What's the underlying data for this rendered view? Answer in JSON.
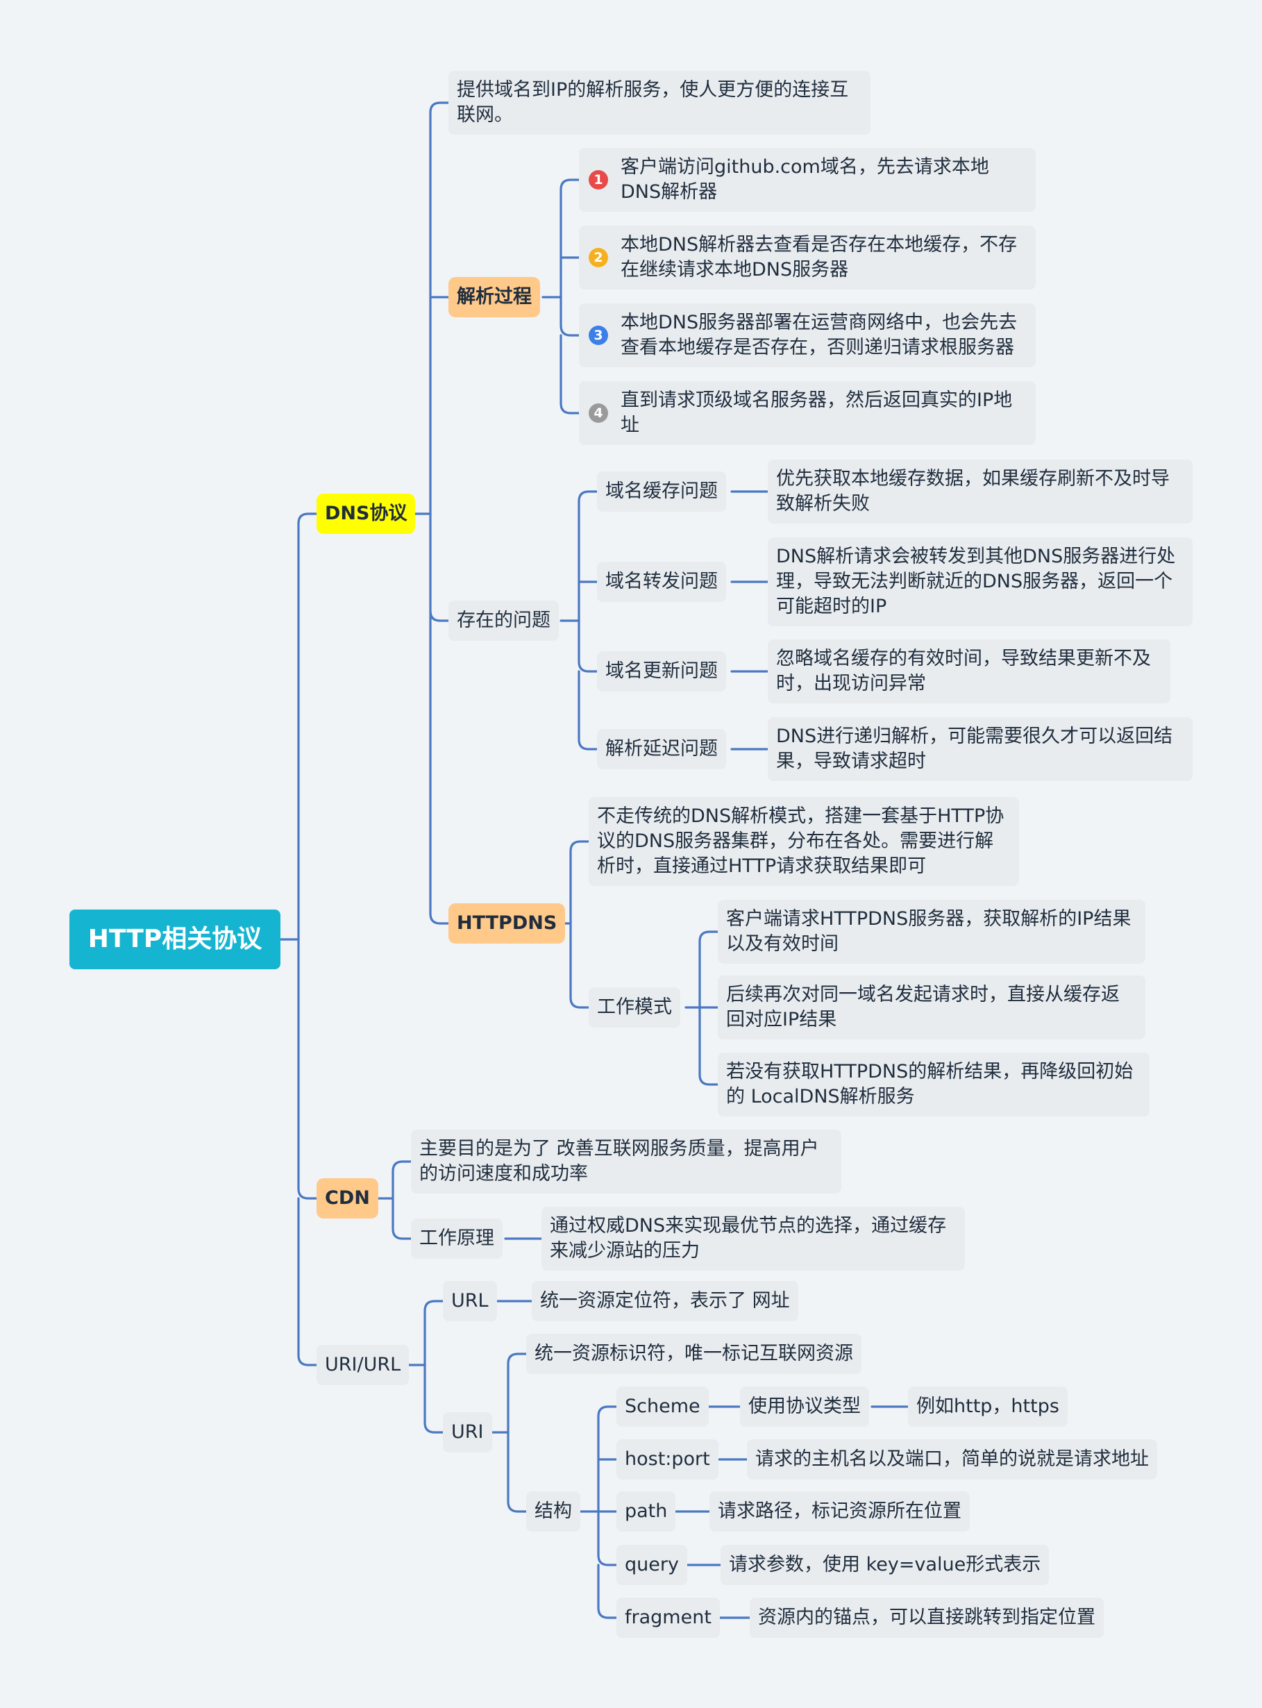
{
  "root": "HTTP相关协议",
  "dns": {
    "label": "DNS协议",
    "desc": "提供域名到IP的解析服务，使人更方便的连接互联网。",
    "process": {
      "label": "解析过程",
      "steps": [
        {
          "badge": "1",
          "text": "客户端访问github.com域名，先去请求本地DNS解析器"
        },
        {
          "badge": "2",
          "text": "本地DNS解析器去查看是否存在本地缓存，不存在继续请求本地DNS服务器"
        },
        {
          "badge": "3",
          "text": "本地DNS服务器部署在运营商网络中，也会先去查看本地缓存是否存在，否则递归请求根服务器"
        },
        {
          "badge": "4",
          "text": "直到请求顶级域名服务器，然后返回真实的IP地址"
        }
      ]
    },
    "problems": {
      "label": "存在的问题",
      "items": [
        {
          "label": "域名缓存问题",
          "desc": "优先获取本地缓存数据，如果缓存刷新不及时导致解析失败"
        },
        {
          "label": "域名转发问题",
          "desc": "DNS解析请求会被转发到其他DNS服务器进行处理，导致无法判断就近的DNS服务器，返回一个可能超时的IP"
        },
        {
          "label": "域名更新问题",
          "desc": "忽略域名缓存的有效时间，导致结果更新不及时，出现访问异常"
        },
        {
          "label": "解析延迟问题",
          "desc": "DNS进行递归解析，可能需要很久才可以返回结果，导致请求超时"
        }
      ]
    },
    "httpdns": {
      "label": "HTTPDNS",
      "desc": "不走传统的DNS解析模式，搭建一套基于HTTP协议的DNS服务器集群，分布在各处。需要进行解析时，直接通过HTTP请求获取结果即可",
      "mode": {
        "label": "工作模式",
        "items": [
          "客户端请求HTTPDNS服务器，获取解析的IP结果以及有效时间",
          "后续再次对同一域名发起请求时，直接从缓存返回对应IP结果",
          "若没有获取HTTPDNS的解析结果，再降级回初始的 LocalDNS解析服务"
        ]
      }
    }
  },
  "cdn": {
    "label": "CDN",
    "desc": "主要目的是为了 改善互联网服务质量，提高用户的访问速度和成功率",
    "principle": {
      "label": "工作原理",
      "desc": "通过权威DNS来实现最优节点的选择，通过缓存来减少源站的压力"
    }
  },
  "uri": {
    "label": "URI/URL",
    "url": {
      "label": "URL",
      "desc": "统一资源定位符，表示了 网址"
    },
    "uri": {
      "label": "URI",
      "desc": "统一资源标识符，唯一标记互联网资源",
      "structure": {
        "label": "结构",
        "scheme": {
          "label": "Scheme",
          "desc": "使用协议类型",
          "example": "例如http，https"
        },
        "hostport": {
          "label": "host:port",
          "desc": "请求的主机名以及端口，简单的说就是请求地址"
        },
        "path": {
          "label": "path",
          "desc": "请求路径，标记资源所在位置"
        },
        "query": {
          "label": "query",
          "desc": "请求参数，使用 key=value形式表示"
        },
        "fragment": {
          "label": "fragment",
          "desc": "资源内的锚点，可以直接跳转到指定位置"
        }
      }
    }
  },
  "colors": {
    "root": "#15b5d1",
    "dns": "#ffff00",
    "branch": "#ffc98a",
    "line": "#4a78c2",
    "node": "#e9ecef"
  }
}
